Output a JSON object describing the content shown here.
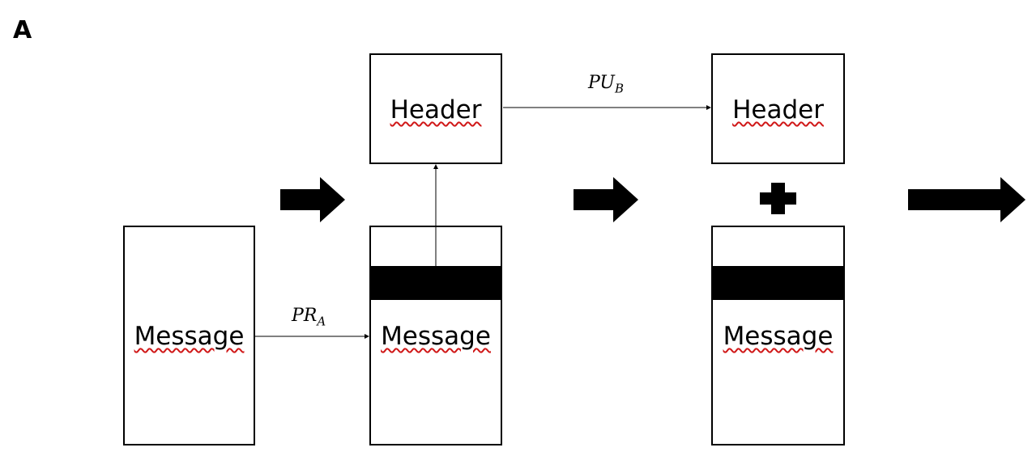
{
  "panel": {
    "letter": "A"
  },
  "boxes": {
    "message_source": "Message",
    "message_encrypted": "Message",
    "header_source": "Header",
    "header_encrypted": "Header",
    "message_final": "Message"
  },
  "labels": {
    "private_key_base": "PR",
    "private_key_sub": "A",
    "public_key_base": "PU",
    "public_key_sub": "B"
  },
  "colors": {
    "stroke": "#000000",
    "spellcheck_underline": "#d01818"
  },
  "icons": [
    "block-arrow-icon",
    "plus-icon"
  ]
}
